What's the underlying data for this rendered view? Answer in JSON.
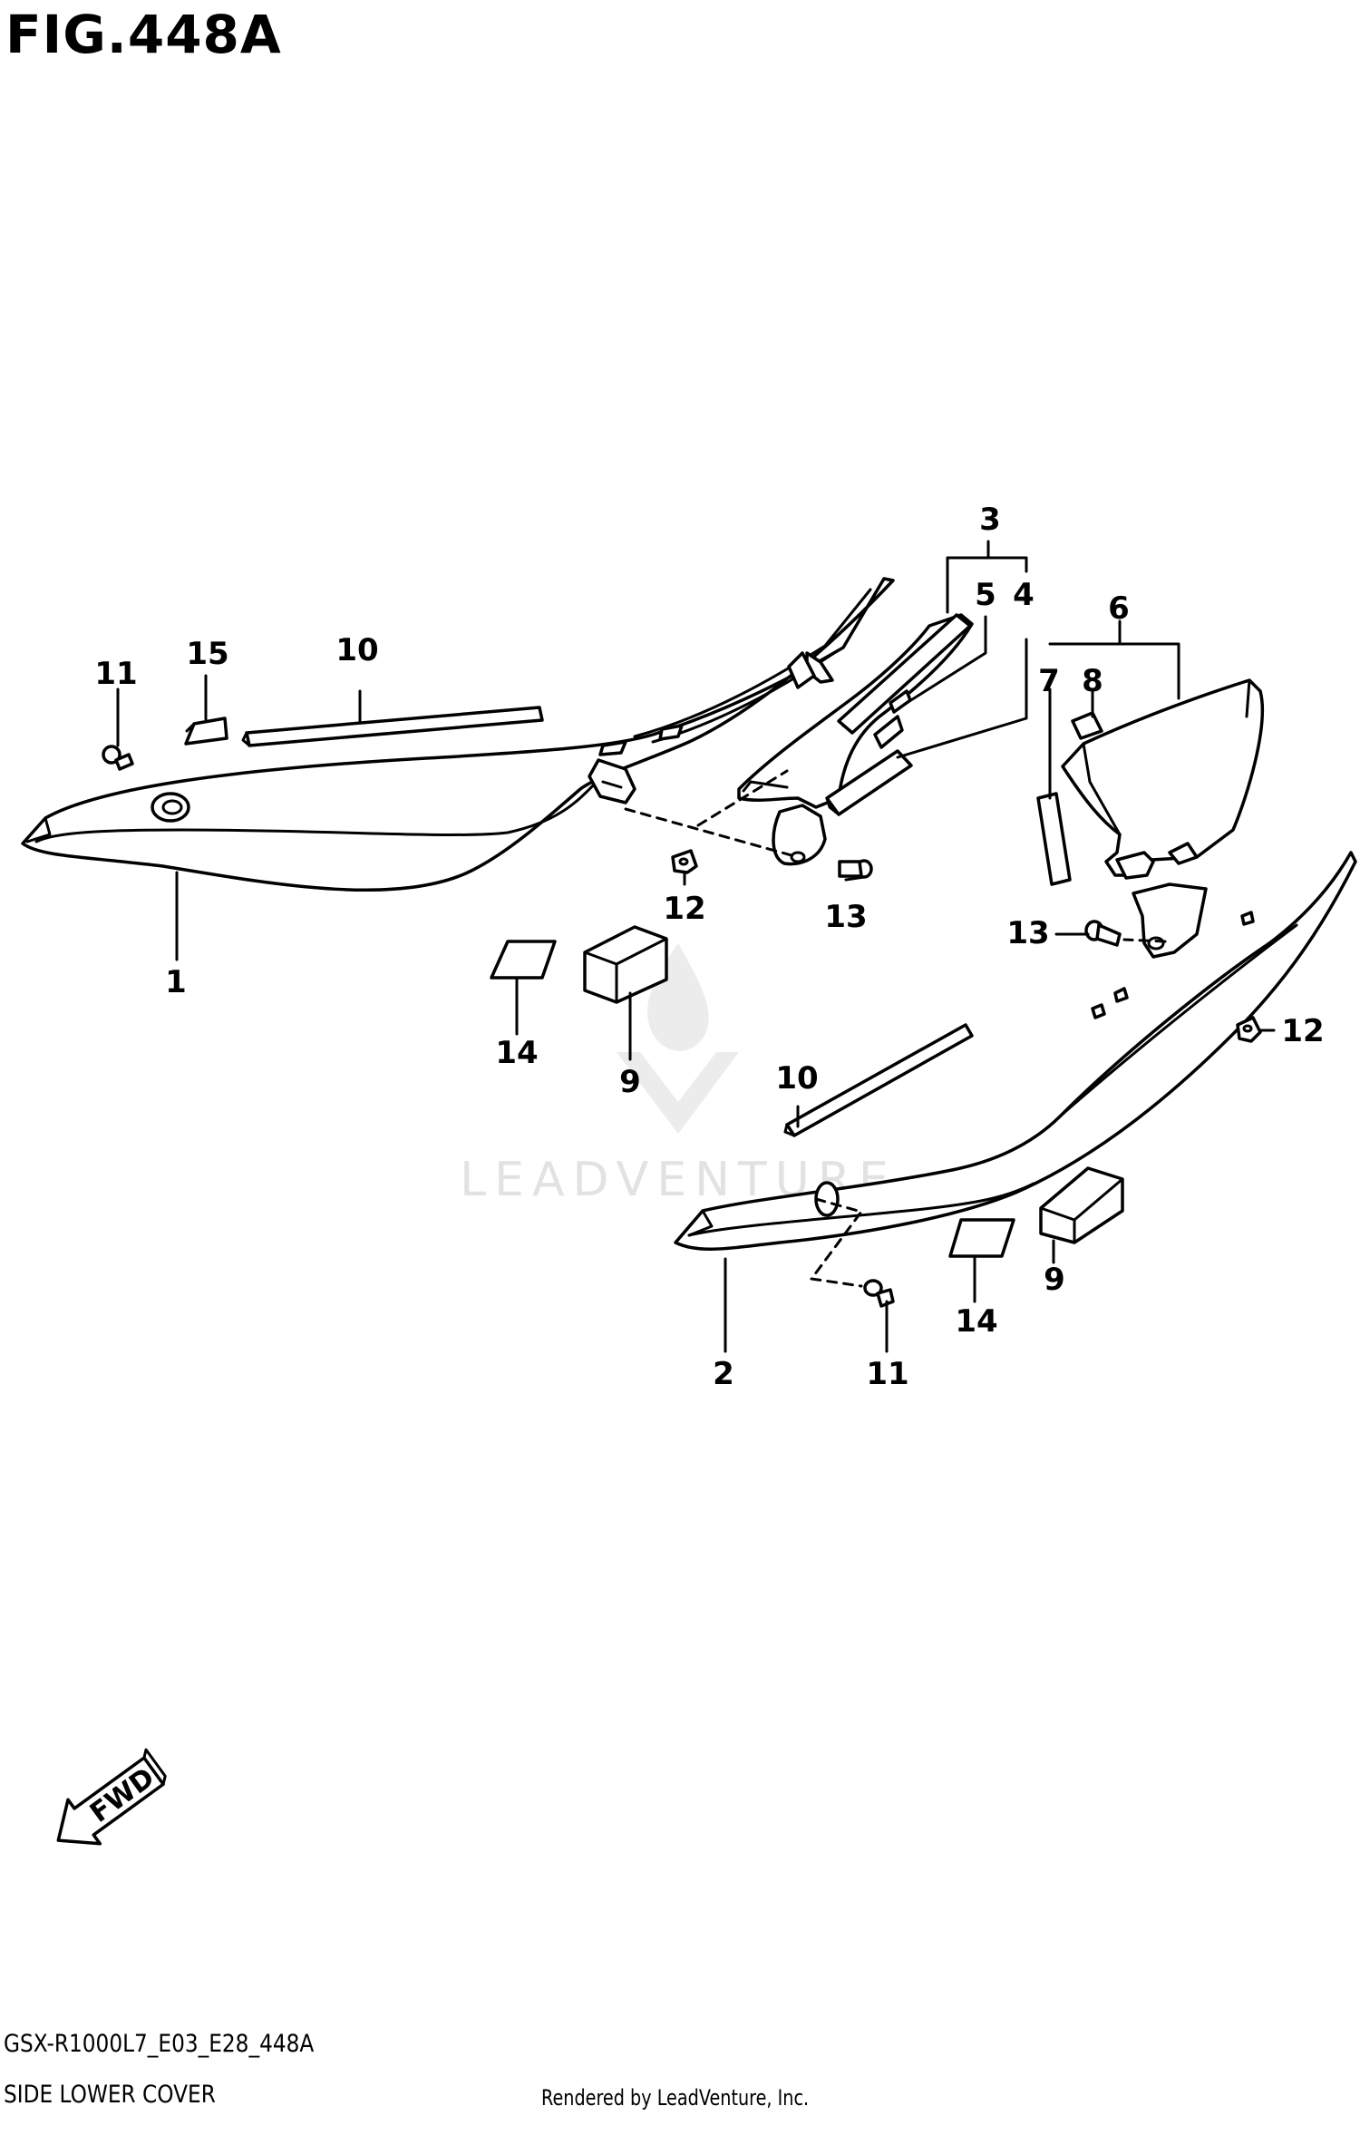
{
  "figure": {
    "title": "FIG.448A",
    "code": "GSX-R1000L7_E03_E28_448A",
    "section": "SIDE LOWER COVER",
    "rendered_by": "Rendered by LeadVenture, Inc."
  },
  "watermark": {
    "text": "LEADVENTURE"
  },
  "direction_indicator": {
    "label": "FWD"
  },
  "callouts": [
    {
      "id": "c1",
      "text": "1"
    },
    {
      "id": "c2",
      "text": "2"
    },
    {
      "id": "c3",
      "text": "3"
    },
    {
      "id": "c4",
      "text": "4"
    },
    {
      "id": "c5",
      "text": "5"
    },
    {
      "id": "c6",
      "text": "6"
    },
    {
      "id": "c7",
      "text": "7"
    },
    {
      "id": "c8",
      "text": "8"
    },
    {
      "id": "c9a",
      "text": "9"
    },
    {
      "id": "c9b",
      "text": "9"
    },
    {
      "id": "c10a",
      "text": "10"
    },
    {
      "id": "c10b",
      "text": "10"
    },
    {
      "id": "c11a",
      "text": "11"
    },
    {
      "id": "c11b",
      "text": "11"
    },
    {
      "id": "c12a",
      "text": "12"
    },
    {
      "id": "c12b",
      "text": "12"
    },
    {
      "id": "c13a",
      "text": "13"
    },
    {
      "id": "c13b",
      "text": "13"
    },
    {
      "id": "c14a",
      "text": "14"
    },
    {
      "id": "c14b",
      "text": "14"
    },
    {
      "id": "c15",
      "text": "15"
    }
  ]
}
